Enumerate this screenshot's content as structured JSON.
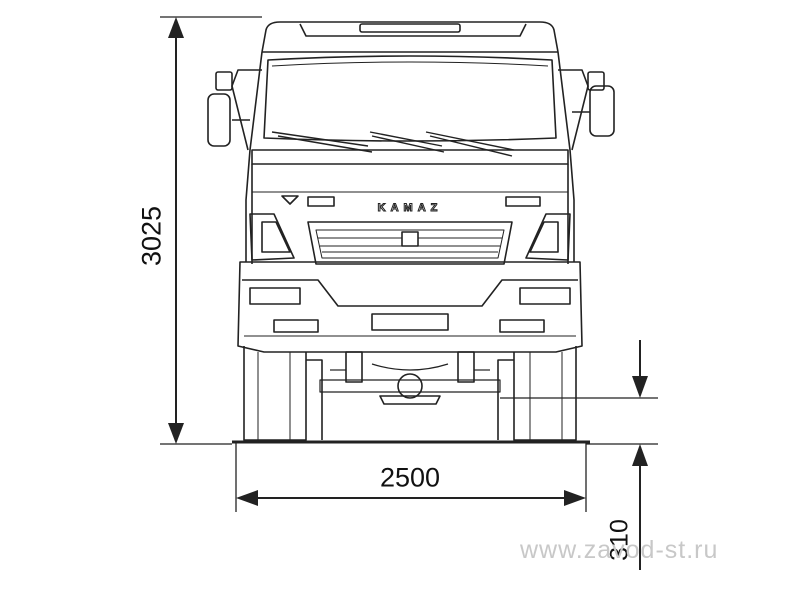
{
  "dimensions": {
    "height": "3025",
    "width": "2500",
    "ground_clearance": "310"
  },
  "brand": {
    "grille_lettering": "KAMAZ"
  },
  "watermark": {
    "text": "www.zavod-st.ru"
  },
  "colors": {
    "line": "#222222",
    "background": "#ffffff",
    "watermark": "#c8c8c8"
  }
}
